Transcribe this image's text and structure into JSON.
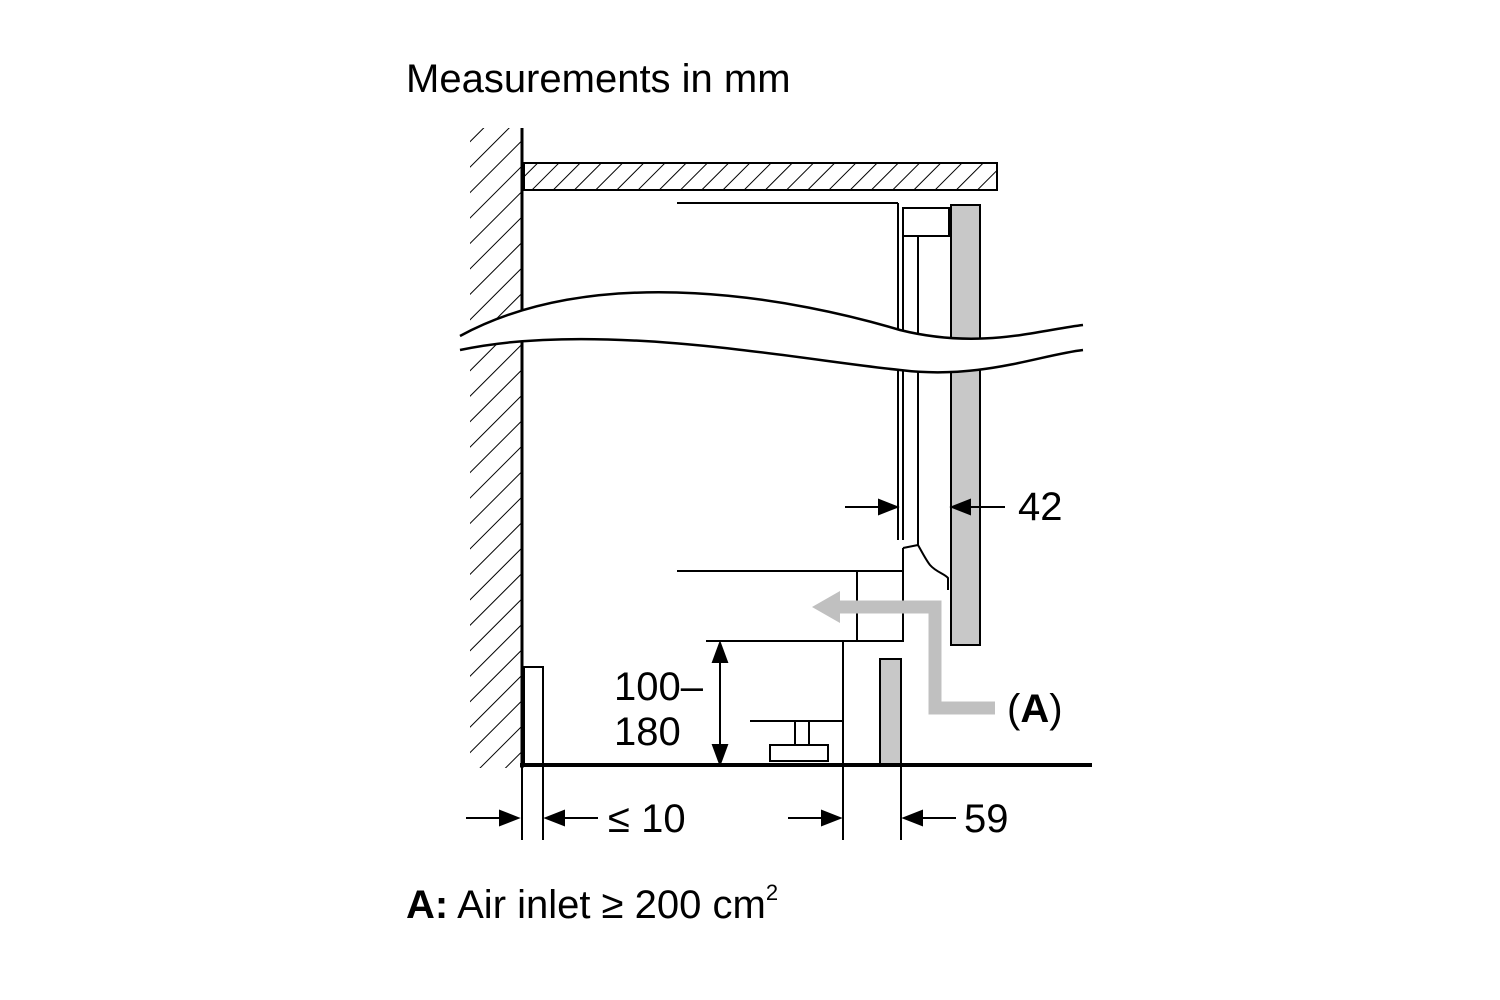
{
  "title": "Measurements in mm",
  "dimensions": {
    "gap_right": "42",
    "height_line1": "100–",
    "height_line2": "180",
    "gap_left": "≤ 10",
    "plinth": "59"
  },
  "callout": {
    "open": "(",
    "letter": "A",
    "close": ")"
  },
  "legend": {
    "key": "A:",
    "text": " Air inlet ≥ 200 cm",
    "superscript": "2"
  },
  "colors": {
    "line": "#000000",
    "door_panel": "#c8c8c8",
    "air_arrow": "#c0c0c0"
  }
}
